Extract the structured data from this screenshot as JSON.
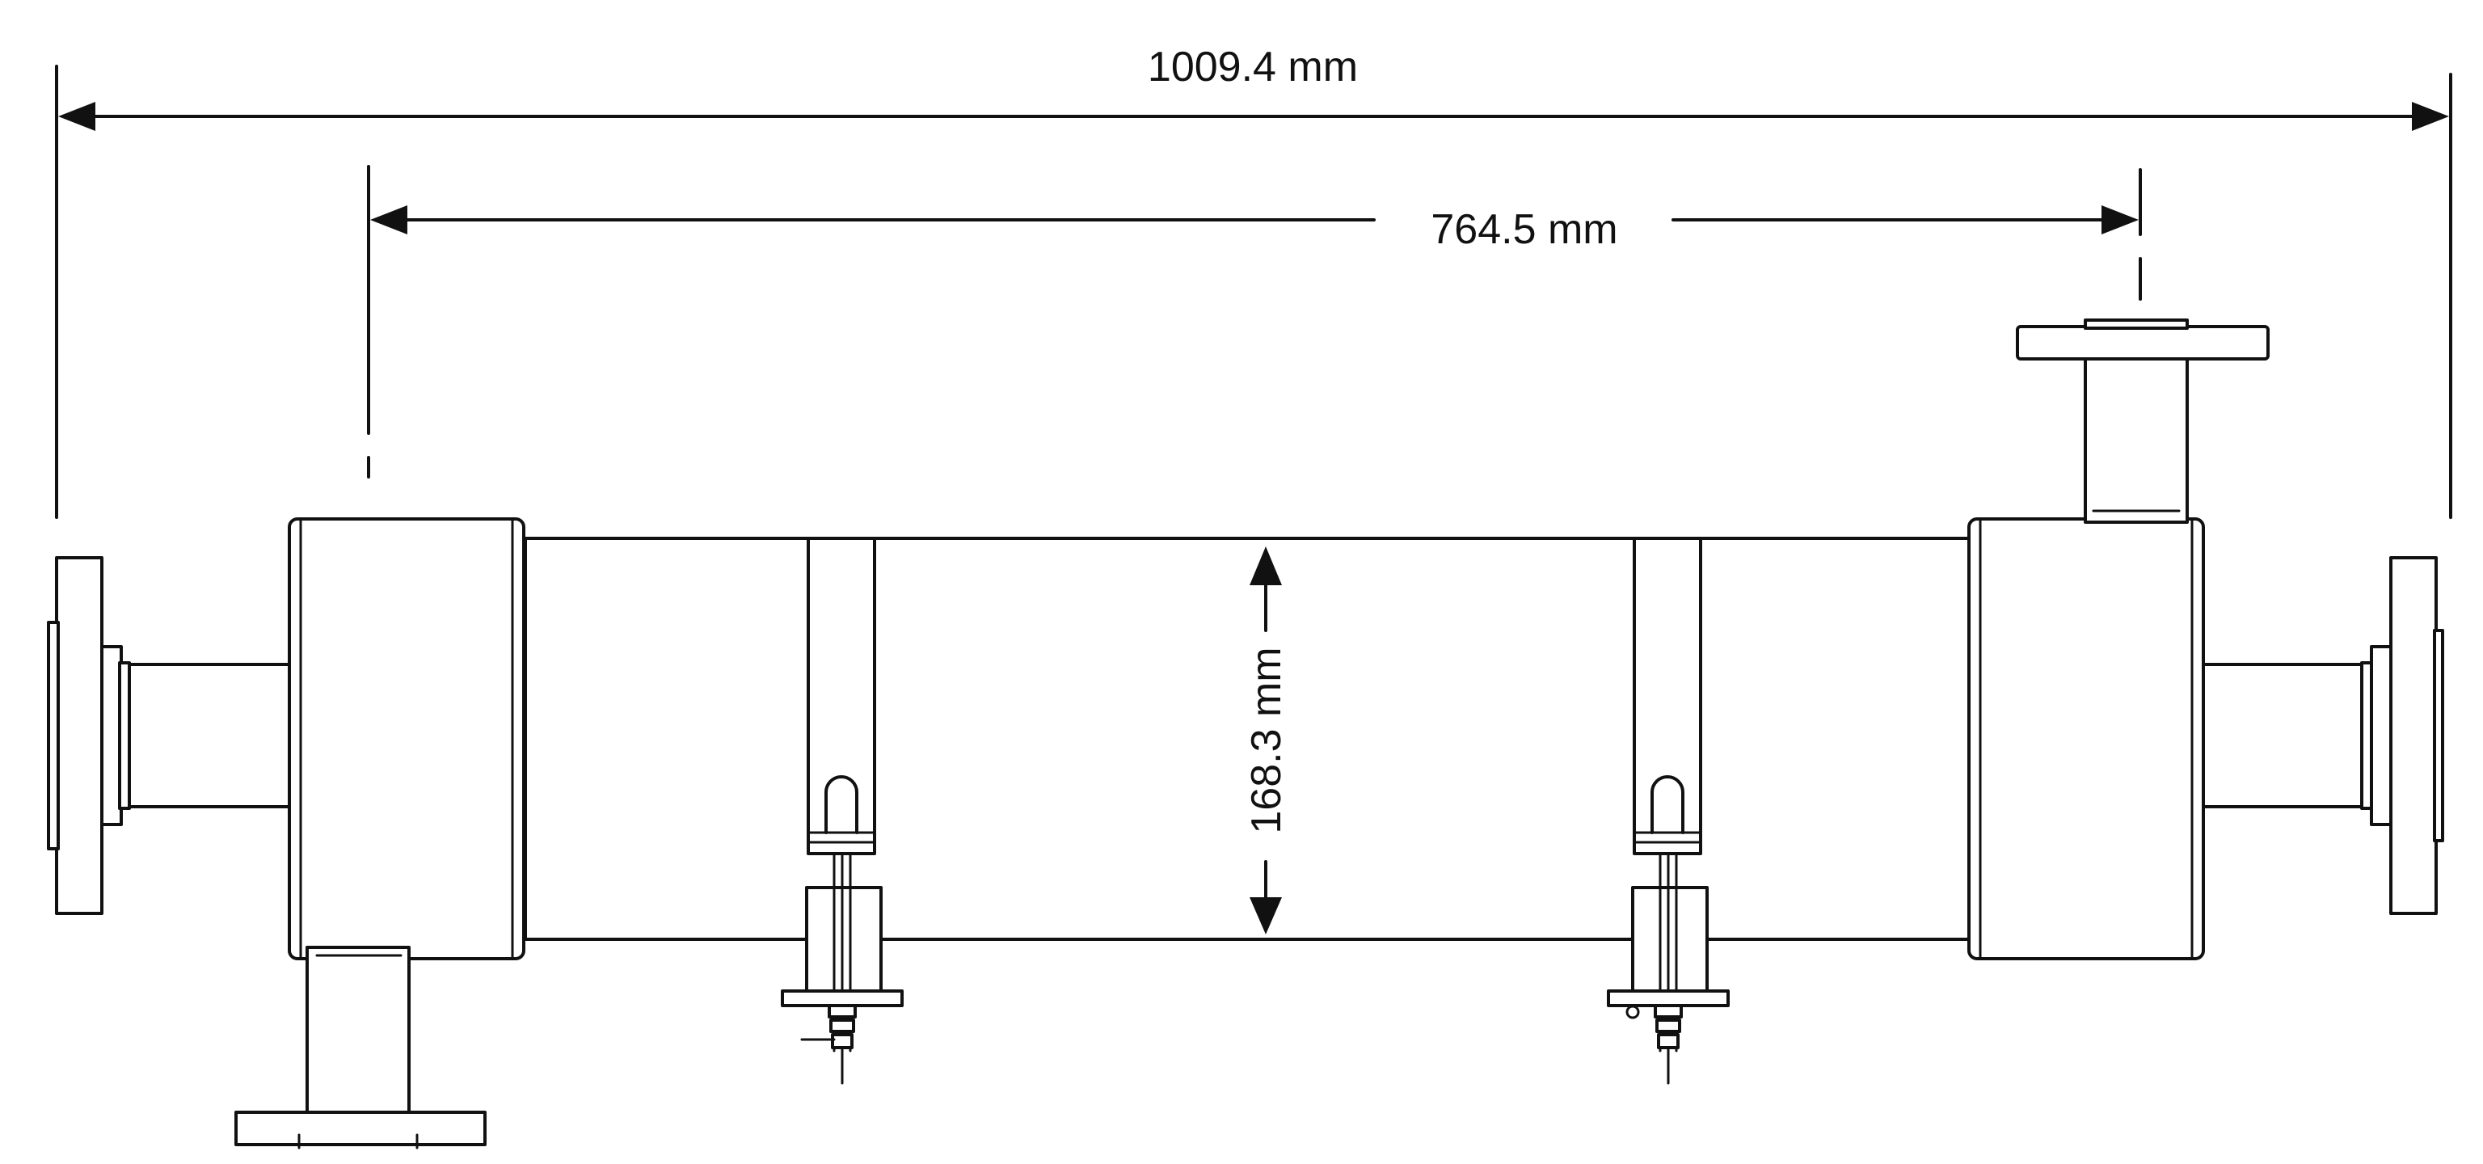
{
  "dimensions": {
    "overall_length": "1009.4 mm",
    "nozzle_spacing": "764.5 mm",
    "shell_diameter": "168.3 mm"
  }
}
